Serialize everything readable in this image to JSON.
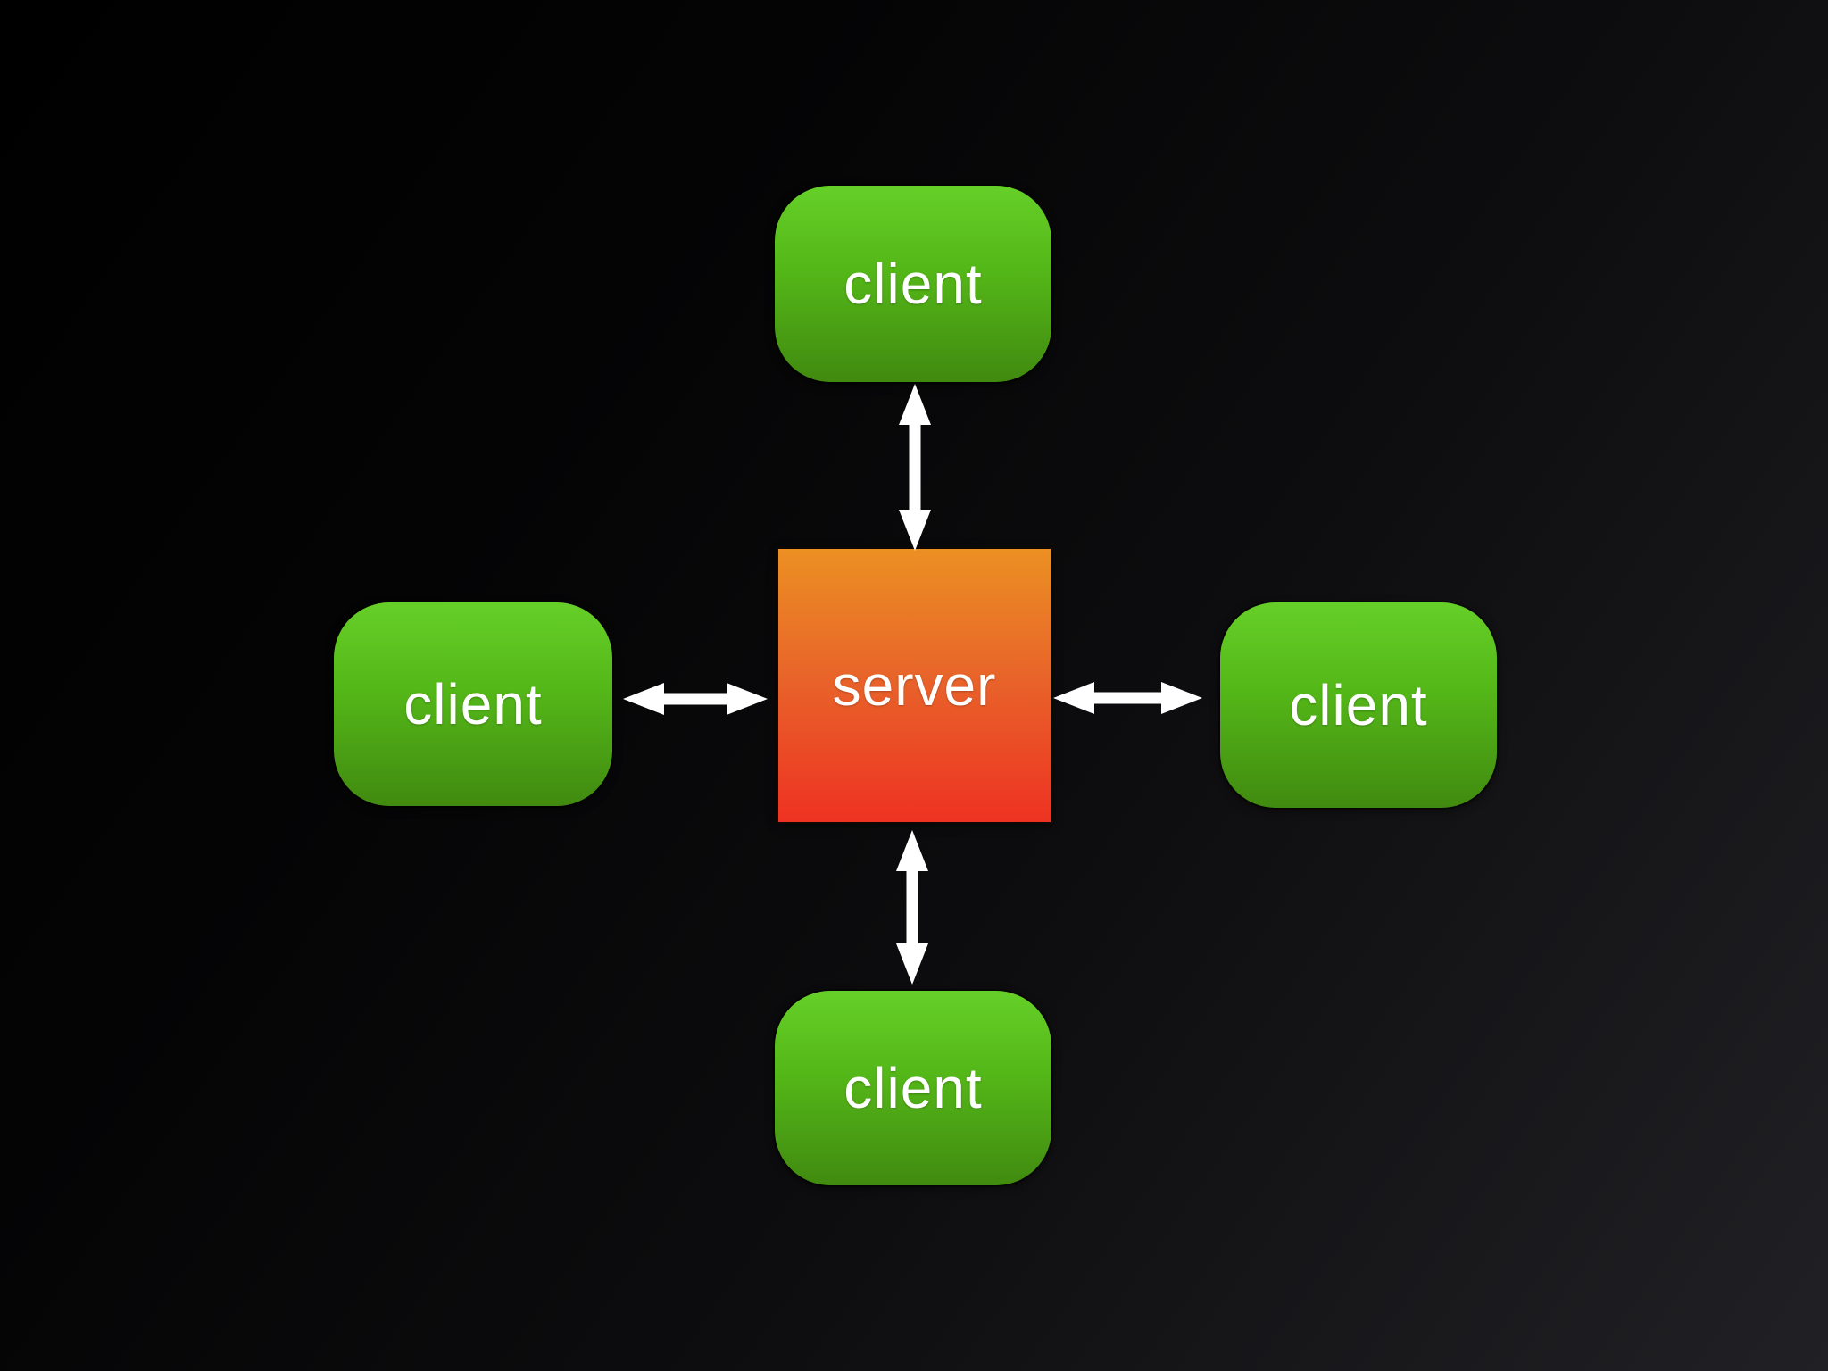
{
  "diagram": {
    "server": {
      "label": "server",
      "color_top": "#EC9023",
      "color_bottom": "#EE3222",
      "text_color": "#FFFFFF",
      "shape": "square"
    },
    "clients": {
      "top": {
        "label": "client"
      },
      "left": {
        "label": "client"
      },
      "right": {
        "label": "client"
      },
      "bottom": {
        "label": "client"
      }
    },
    "client_style": {
      "color_top": "#66CF28",
      "color_bottom": "#418A10",
      "text_color": "#FFFFFF",
      "shape": "rounded-rectangle"
    },
    "arrows": {
      "color": "#FFFFFF",
      "connections": [
        {
          "from": "server",
          "to": "client-top",
          "direction": "bidirectional"
        },
        {
          "from": "server",
          "to": "client-left",
          "direction": "bidirectional"
        },
        {
          "from": "server",
          "to": "client-right",
          "direction": "bidirectional"
        },
        {
          "from": "server",
          "to": "client-bottom",
          "direction": "bidirectional"
        }
      ]
    },
    "background": {
      "gradient_start": "#000000",
      "gradient_end": "#212125"
    }
  }
}
